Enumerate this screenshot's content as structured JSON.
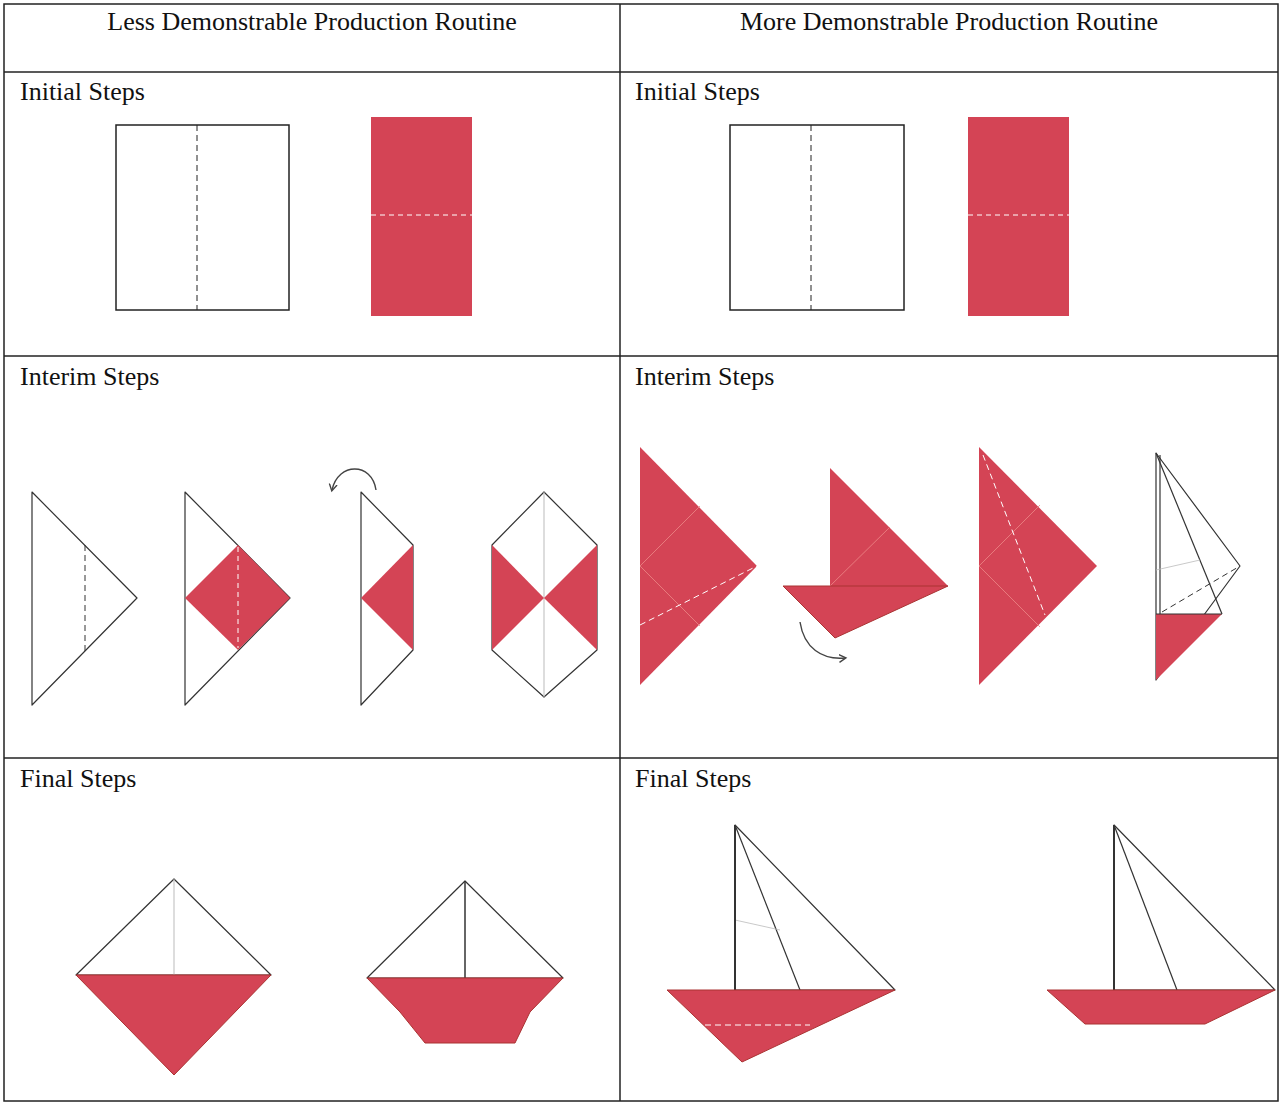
{
  "diagram": {
    "labels": [
      "Less Demonstrable Production Routine",
      "More Demonstrable Production Routine",
      "Initial Steps",
      "Initial Steps",
      "Interim Steps",
      "Interim Steps",
      "Final Steps",
      "Final Steps"
    ]
  }
}
